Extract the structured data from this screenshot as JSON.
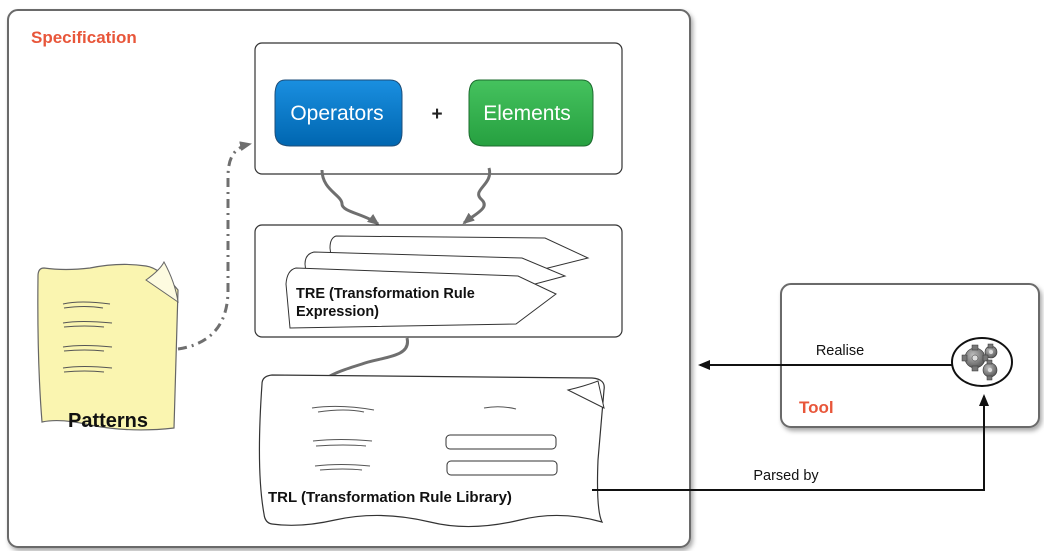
{
  "specification": {
    "label": "Specification"
  },
  "tool": {
    "label": "Tool",
    "icon": "gears-icon"
  },
  "operators": {
    "label": "Operators"
  },
  "plus": {
    "label": "+"
  },
  "elements": {
    "label": "Elements"
  },
  "tre": {
    "line1": "TRE (Transformation Rule",
    "line2": "Expression)"
  },
  "trl": {
    "label": "TRL (Transformation Rule Library)"
  },
  "patterns": {
    "label": "Patterns"
  },
  "arrows": {
    "realise": "Realise",
    "parsed_by": "Parsed by"
  },
  "colors": {
    "accent_red": "#E8563A",
    "operators_blue": "#0A79C9",
    "elements_green": "#34B34F",
    "patterns_yellow": "#FAF5B0",
    "stroke_gray": "#6f6f6f"
  }
}
